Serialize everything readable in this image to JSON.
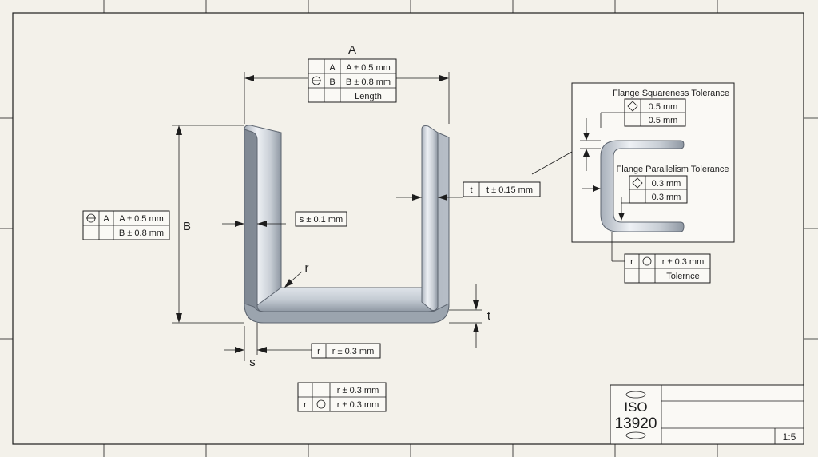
{
  "dimensions": {
    "length_letter": "A",
    "height_letter": "B",
    "thickness_letter": "t",
    "side_letter": "s",
    "radius_letter": "r",
    "thickness_right_letter": "t"
  },
  "length_frame": {
    "rows": [
      [
        "A",
        "A ± 0.5 mm"
      ],
      [
        "B",
        "B ± 0.8 mm"
      ],
      [
        "Length"
      ]
    ]
  },
  "height_frame": {
    "rows": [
      [
        "A",
        "A ± 0.5 mm"
      ],
      [
        "B ± 0.8 mm"
      ]
    ]
  },
  "s_label": "s ± 0.1 mm",
  "t_frame": {
    "sym": "t",
    "value": "t ± 0.15 mm"
  },
  "r_frame": {
    "sym": "r",
    "value": "r ± 0.3 mm"
  },
  "bottom_frame": {
    "row1": "r ± 0.3 mm",
    "sym": "r",
    "row2": "r ± 0.3 mm"
  },
  "detail": {
    "squareness_title": "Flange Squareness Tolerance",
    "squareness_values": [
      "0.5 mm",
      "0.5 mm"
    ],
    "parallelism_title": "Flange Parallelism Tolerance",
    "parallelism_values": [
      "0.3 mm",
      "0.3 mm"
    ],
    "radius_frame": {
      "sym": "r",
      "value": "r ± 0.3 mm",
      "note": "Tolernce"
    }
  },
  "title_block": {
    "standard": "ISO",
    "number": "13920",
    "scale": "1:5"
  },
  "colors": {
    "paper": "#f3f1ea",
    "ink": "#1d1d1d",
    "metal_light": "#e4e8ee",
    "metal_dark": "#9aa3ad"
  }
}
